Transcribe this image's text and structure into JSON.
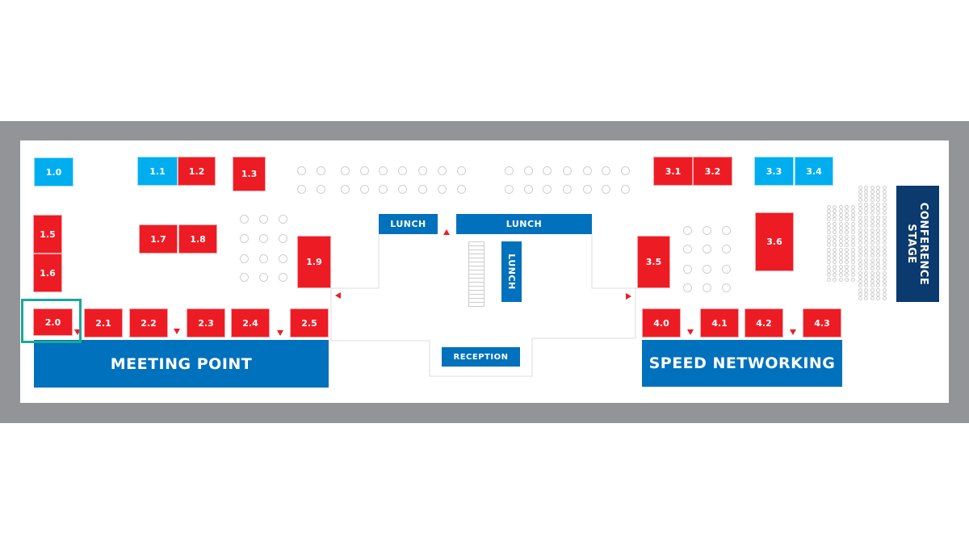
{
  "booths": [
    {
      "id": "1.0",
      "label": "1.0",
      "type": "light"
    },
    {
      "id": "1.1",
      "label": "1.1",
      "type": "light"
    },
    {
      "id": "1.2",
      "label": "1.2",
      "type": "red"
    },
    {
      "id": "1.3",
      "label": "1.3",
      "type": "red"
    },
    {
      "id": "1.5",
      "label": "1.5",
      "type": "red"
    },
    {
      "id": "1.6",
      "label": "1.6",
      "type": "red"
    },
    {
      "id": "1.7",
      "label": "1.7",
      "type": "red"
    },
    {
      "id": "1.8",
      "label": "1.8",
      "type": "red"
    },
    {
      "id": "1.9",
      "label": "1.9",
      "type": "red"
    },
    {
      "id": "2.0",
      "label": "2.0",
      "type": "red",
      "selected": true
    },
    {
      "id": "2.1",
      "label": "2.1",
      "type": "red"
    },
    {
      "id": "2.2",
      "label": "2.2",
      "type": "red"
    },
    {
      "id": "2.3",
      "label": "2.3",
      "type": "red"
    },
    {
      "id": "2.4",
      "label": "2.4",
      "type": "red"
    },
    {
      "id": "2.5",
      "label": "2.5",
      "type": "red"
    },
    {
      "id": "3.1",
      "label": "3.1",
      "type": "red"
    },
    {
      "id": "3.2",
      "label": "3.2",
      "type": "red"
    },
    {
      "id": "3.3",
      "label": "3.3",
      "type": "light"
    },
    {
      "id": "3.4",
      "label": "3.4",
      "type": "light"
    },
    {
      "id": "3.5",
      "label": "3.5",
      "type": "red"
    },
    {
      "id": "3.6",
      "label": "3.6",
      "type": "red"
    },
    {
      "id": "4.0",
      "label": "4.0",
      "type": "red"
    },
    {
      "id": "4.1",
      "label": "4.1",
      "type": "red"
    },
    {
      "id": "4.2",
      "label": "4.2",
      "type": "red"
    },
    {
      "id": "4.3",
      "label": "4.3",
      "type": "red"
    }
  ],
  "zones": {
    "meeting_point": "MEETING POINT",
    "speed_networking": "SPEED NETWORKING",
    "lunch_1": "LUNCH",
    "lunch_2": "LUNCH",
    "lunch_3": "LUNCH",
    "reception": "RECEPTION",
    "stage_line1": "CONFERENCE",
    "stage_line2": "STAGE"
  },
  "colors": {
    "red": "#ed1c24",
    "light": "#00aeef",
    "blue": "#0071bc",
    "navy": "#0b3a6e",
    "highlight": "#1aa89a",
    "frame": "#929497"
  }
}
